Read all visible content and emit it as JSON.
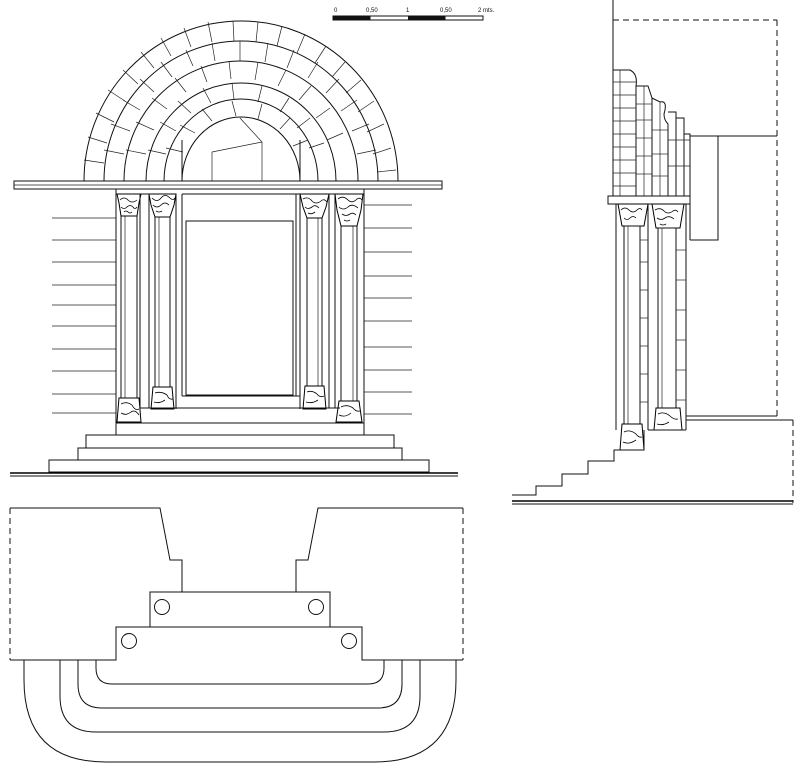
{
  "scale_bar": {
    "labels": [
      "0",
      "0,50",
      "1",
      "0,50",
      "2 mts."
    ]
  },
  "views": [
    "front-elevation",
    "side-section",
    "ground-plan"
  ]
}
